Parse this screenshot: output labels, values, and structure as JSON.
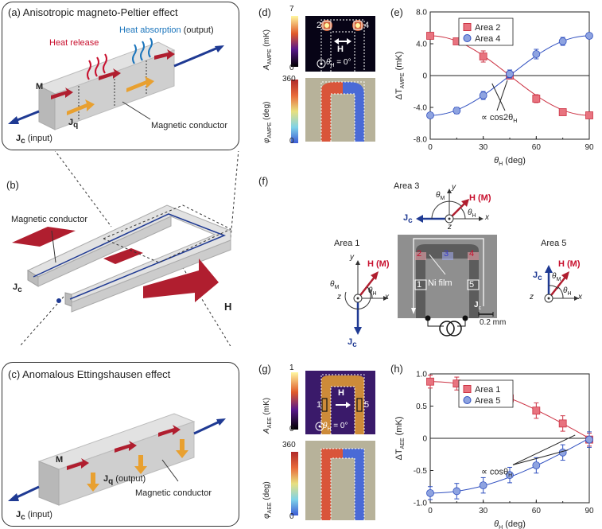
{
  "panel_a": {
    "tag": "(a)",
    "title": "Anisotropic magneto-Peltier effect",
    "heat_release": "Heat release",
    "heat_absorption": "Heat absorption",
    "output": "(output)",
    "M": "M",
    "Jq": "J",
    "Jq_sub": "q",
    "Jc_input": "(input)",
    "Jc": "J",
    "Jc_sub": "c",
    "conductor": "Magnetic conductor"
  },
  "panel_b": {
    "tag": "(b)",
    "conductor": "Magnetic conductor",
    "Jc": "J",
    "Jc_sub": "c",
    "H": "H"
  },
  "panel_c": {
    "tag": "(c)",
    "title": "Anomalous Ettingshausen effect",
    "M": "M",
    "Jq": "J",
    "Jq_sub": "q",
    "Jq_output": "(output)",
    "Jc": "J",
    "Jc_sub": "c",
    "Jc_input": "(input)",
    "conductor": "Magnetic conductor"
  },
  "panel_d": {
    "tag": "(d)",
    "cbar_top_max": "7",
    "cbar_top_min": "0",
    "cbar_top_label": "A",
    "cbar_top_label_sub": "AMPE",
    "cbar_top_unit": "(mK)",
    "cbar_bot_max": "360",
    "cbar_bot_min": "0",
    "cbar_bot_label": "φ",
    "cbar_bot_label_sub": "AMPE",
    "cbar_bot_unit": "(deg)",
    "area_left": "2",
    "area_right": "4",
    "H": "H",
    "theta": "θ",
    "theta_sub": "H",
    "theta_val": " = 0°"
  },
  "panel_g": {
    "tag": "(g)",
    "cbar_top_max": "1",
    "cbar_top_min": "0",
    "cbar_top_label": "A",
    "cbar_top_label_sub": "AEE",
    "cbar_top_unit": "(mK)",
    "cbar_bot_max": "360",
    "cbar_bot_min": "0",
    "cbar_bot_label": "φ",
    "cbar_bot_label_sub": "AEE",
    "cbar_bot_unit": "(deg)",
    "area_left": "1",
    "area_right": "5",
    "H": "H",
    "theta": "θ",
    "theta_sub": "H",
    "theta_val": " = 0°"
  },
  "panel_f": {
    "tag": "(f)",
    "area1": "Area 1",
    "area3": "Area 3",
    "area5": "Area 5",
    "H": "H",
    "M": "(M)",
    "theta_M": "θ",
    "theta_M_sub": "M",
    "theta_H": "θ",
    "theta_H_sub": "H",
    "Jc": "J",
    "Jc_sub": "c",
    "x": "x",
    "y": "y",
    "z": "z",
    "ni_film": "Ni film",
    "scale": "0.2 mm",
    "num1": "1",
    "num2": "2",
    "num3": "3",
    "num4": "4",
    "num5": "5"
  },
  "chart_data": [
    {
      "type": "scatter",
      "panel": "(e)",
      "xlabel": "θ",
      "xlabel_sub": "H",
      "xlabel_unit": " (deg)",
      "ylabel": "ΔT",
      "ylabel_sub": "AMPE",
      "ylabel_unit": " (mK)",
      "xlim": [
        0,
        90
      ],
      "ylim": [
        -8,
        8
      ],
      "xticks": [
        "0",
        "30",
        "60",
        "90"
      ],
      "yticks": [
        "8.0",
        "4.0",
        "0",
        "-4.0",
        "-8.0"
      ],
      "annotation": "∝ cos2θ",
      "annotation_sub": "H",
      "series": [
        {
          "name": "Area 2",
          "color": "#e8737f",
          "marker": "square",
          "x": [
            0,
            15,
            30,
            45,
            60,
            75,
            90
          ],
          "y": [
            5.0,
            4.3,
            2.4,
            0.0,
            -2.9,
            -4.6,
            -5.0
          ],
          "err": [
            0.4,
            0.4,
            0.7,
            0.3,
            0.5,
            0.4,
            0.3
          ]
        },
        {
          "name": "Area 4",
          "color": "#8ea3e0",
          "marker": "circle",
          "x": [
            0,
            15,
            30,
            45,
            60,
            75,
            90
          ],
          "y": [
            -5.0,
            -4.4,
            -2.5,
            0.2,
            2.7,
            4.3,
            5.0
          ],
          "err": [
            0.3,
            0.4,
            0.5,
            0.5,
            0.6,
            0.5,
            0.2
          ]
        }
      ]
    },
    {
      "type": "scatter",
      "panel": "(h)",
      "xlabel": "θ",
      "xlabel_sub": "H",
      "xlabel_unit": " (deg)",
      "ylabel": "ΔT",
      "ylabel_sub": "AEE",
      "ylabel_unit": " (mK)",
      "xlim": [
        0,
        90
      ],
      "ylim": [
        -1.0,
        1.0
      ],
      "xticks": [
        "0",
        "30",
        "60",
        "90"
      ],
      "yticks": [
        "1.0",
        "0.5",
        "0",
        "-0.5",
        "-1.0"
      ],
      "annotation": "∝ cosθ",
      "annotation_sub": "H",
      "series": [
        {
          "name": "Area 1",
          "color": "#e8737f",
          "marker": "square",
          "x": [
            0,
            15,
            30,
            45,
            60,
            75,
            90
          ],
          "y": [
            0.88,
            0.85,
            0.75,
            0.62,
            0.43,
            0.23,
            -0.02
          ],
          "err": [
            0.1,
            0.1,
            0.1,
            0.1,
            0.12,
            0.12,
            0.1
          ]
        },
        {
          "name": "Area 5",
          "color": "#8ea3e0",
          "marker": "circle",
          "x": [
            0,
            15,
            30,
            45,
            60,
            75,
            90
          ],
          "y": [
            -0.85,
            -0.82,
            -0.73,
            -0.57,
            -0.42,
            -0.22,
            -0.02
          ],
          "err": [
            0.1,
            0.12,
            0.12,
            0.12,
            0.12,
            0.12,
            0.12
          ]
        }
      ]
    }
  ]
}
